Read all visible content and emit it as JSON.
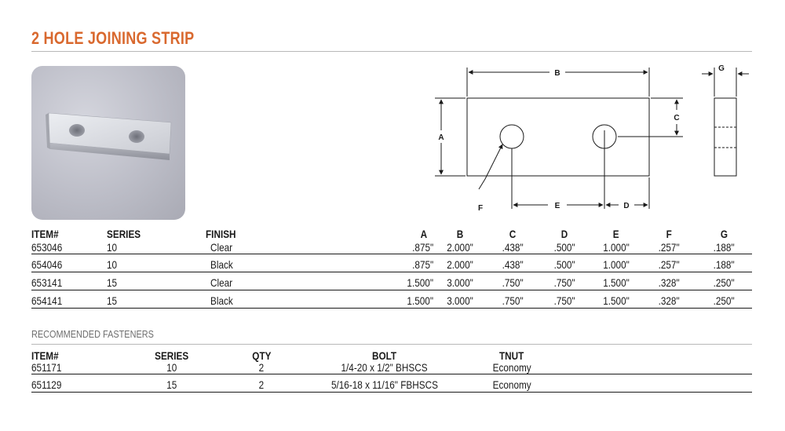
{
  "title": "2 HOLE JOINING STRIP",
  "drawing_labels": {
    "a": "A",
    "b": "B",
    "c": "C",
    "d": "D",
    "e": "E",
    "f": "F",
    "g": "G"
  },
  "spec_table": {
    "headers": [
      "ITEM#",
      "SERIES",
      "FINISH",
      "A",
      "B",
      "C",
      "D",
      "E",
      "F",
      "G"
    ],
    "rows": [
      [
        "653046",
        "10",
        "Clear",
        ".875\"",
        "2.000\"",
        ".438\"",
        ".500\"",
        "1.000\"",
        ".257\"",
        ".188\""
      ],
      [
        "654046",
        "10",
        "Black",
        ".875\"",
        "2.000\"",
        ".438\"",
        ".500\"",
        "1.000\"",
        ".257\"",
        ".188\""
      ],
      [
        "653141",
        "15",
        "Clear",
        "1.500\"",
        "3.000\"",
        ".750\"",
        ".750\"",
        "1.500\"",
        ".328\"",
        ".250\""
      ],
      [
        "654141",
        "15",
        "Black",
        "1.500\"",
        "3.000\"",
        ".750\"",
        ".750\"",
        "1.500\"",
        ".328\"",
        ".250\""
      ]
    ]
  },
  "recommended_label": "RECOMMENDED FASTENERS",
  "fasteners_table": {
    "headers": [
      "ITEM#",
      "SERIES",
      "QTY",
      "BOLT",
      "TNUT"
    ],
    "rows": [
      [
        "651171",
        "10",
        "2",
        "1/4-20 x 1/2\" BHSCS",
        "Economy"
      ],
      [
        "651129",
        "15",
        "2",
        "5/16-18 x 11/16\" FBHSCS",
        "Economy"
      ]
    ]
  },
  "colors": {
    "title": "#d9692f",
    "rule": "#b8b8b8",
    "text": "#1a1a1a",
    "muted": "#6e6e6e"
  }
}
